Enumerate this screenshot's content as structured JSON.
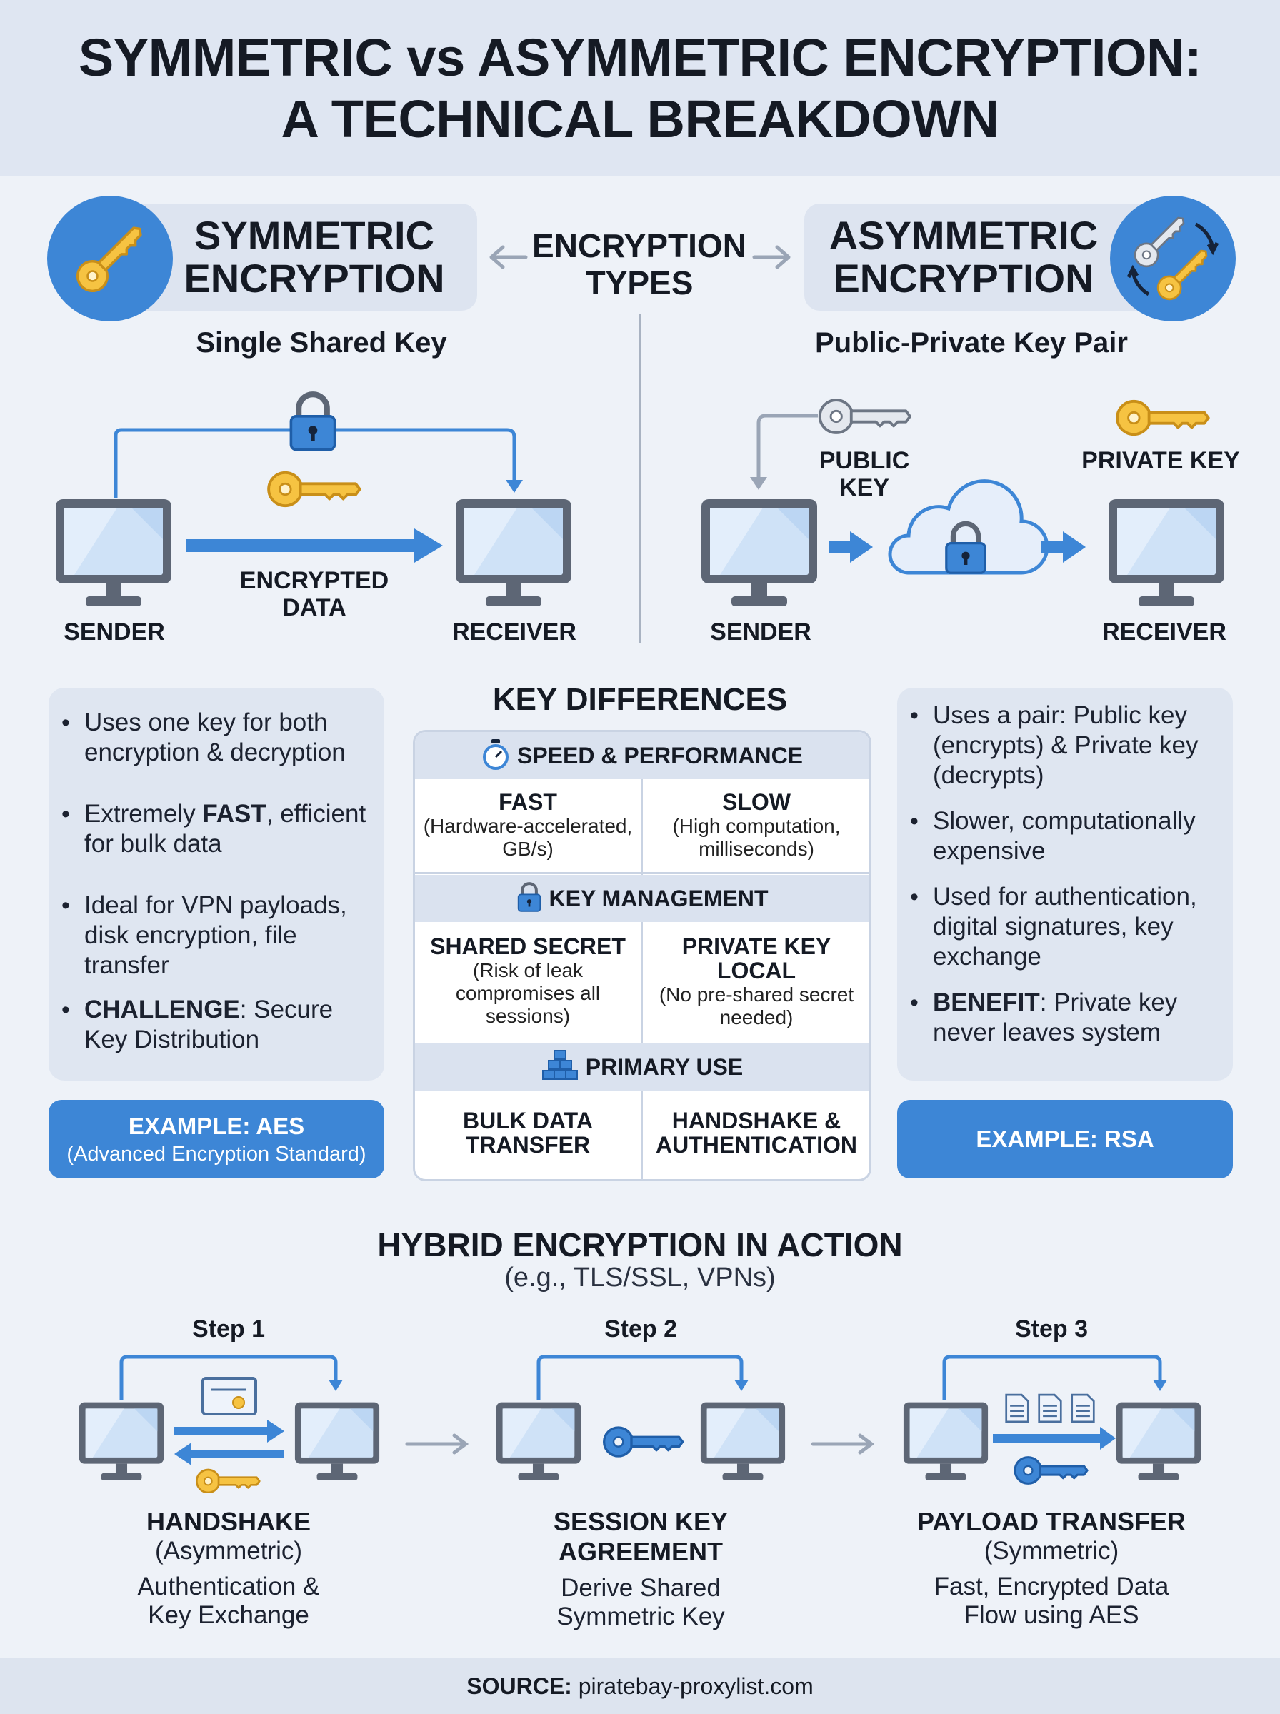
{
  "title": {
    "line1": "SYMMETRIC vs ASYMMETRIC ENCRYPTION:",
    "line2": "A TECHNICAL BREAKDOWN"
  },
  "center_label": {
    "line1": "ENCRYPTION",
    "line2": "TYPES"
  },
  "symmetric": {
    "title_line1": "SYMMETRIC",
    "title_line2": "ENCRYPTION",
    "subtitle": "Single Shared Key",
    "diagram": {
      "sender": "SENDER",
      "receiver": "RECEIVER",
      "arrow_label_line1": "ENCRYPTED",
      "arrow_label_line2": "DATA"
    },
    "bullets": [
      {
        "prefix": "Uses one key for both encryption & decryption",
        "strong": "",
        "suffix": ""
      },
      {
        "prefix": "Extremely ",
        "strong": "FAST",
        "suffix": ", efficient for bulk data"
      },
      {
        "prefix": "Ideal for VPN payloads, disk encryption, file transfer",
        "strong": "",
        "suffix": ""
      },
      {
        "prefix": "",
        "strong": "CHALLENGE",
        "suffix": ": Secure Key Distribution"
      }
    ],
    "example_line1": "EXAMPLE: AES",
    "example_line2": "(Advanced Encryption Standard)"
  },
  "asymmetric": {
    "title_line1": "ASYMMETRIC",
    "title_line2": "ENCRYPTION",
    "subtitle": "Public-Private Key Pair",
    "diagram": {
      "sender": "SENDER",
      "receiver": "RECEIVER",
      "public_key_line1": "PUBLIC",
      "public_key_line2": "KEY",
      "private_key": "PRIVATE KEY"
    },
    "bullets": [
      {
        "prefix": "Uses a pair: Public key (encrypts) & Private key (decrypts)",
        "strong": "",
        "suffix": ""
      },
      {
        "prefix": "Slower, computationally expensive",
        "strong": "",
        "suffix": ""
      },
      {
        "prefix": "Used for authentication, digital signatures, key exchange",
        "strong": "",
        "suffix": ""
      },
      {
        "prefix": "",
        "strong": "BENEFIT",
        "suffix": ": Private key never leaves system"
      }
    ],
    "example": "EXAMPLE: RSA"
  },
  "key_differences": {
    "heading": "KEY DIFFERENCES",
    "sections": [
      {
        "title": "SPEED & PERFORMANCE",
        "icon": "stopwatch-icon",
        "left": {
          "main": "FAST",
          "detail": "(Hardware-accelerated, GB/s)"
        },
        "right": {
          "main": "SLOW",
          "detail": "(High computation, milliseconds)"
        }
      },
      {
        "title": "KEY MANAGEMENT",
        "icon": "lock-icon",
        "left": {
          "main": "SHARED SECRET",
          "detail": "(Risk of leak compromises all sessions)"
        },
        "right": {
          "main": "PRIVATE KEY LOCAL",
          "detail": "(No pre-shared secret needed)"
        }
      },
      {
        "title": "PRIMARY USE",
        "icon": "blocks-icon",
        "left": {
          "main": "BULK DATA TRANSFER",
          "detail": ""
        },
        "right": {
          "main": "HANDSHAKE & AUTHENTICATION",
          "detail": ""
        }
      }
    ]
  },
  "hybrid": {
    "title": "HYBRID ENCRYPTION IN ACTION",
    "subtitle": "(e.g., TLS/SSL, VPNs)",
    "steps": [
      {
        "label": "Step 1",
        "name_line1": "HANDSHAKE",
        "name_line2": "(Asymmetric)",
        "desc_line1": "Authentication &",
        "desc_line2": "Key Exchange"
      },
      {
        "label": "Step 2",
        "name_line1": "SESSION KEY",
        "name_line2": "AGREEMENT",
        "desc_line1": "Derive Shared",
        "desc_line2": "Symmetric Key"
      },
      {
        "label": "Step 3",
        "name_line1": "PAYLOAD TRANSFER",
        "name_line2": "(Symmetric)",
        "desc_line1": "Fast, Encrypted Data",
        "desc_line2": "Flow using AES"
      }
    ]
  },
  "footer": {
    "label": "SOURCE:",
    "value": "piratebay-proxylist.com"
  },
  "colors": {
    "accent_blue": "#3d86d6",
    "gold": "#f6c342",
    "panel": "#dfe6f1",
    "background": "#eef2f8"
  }
}
